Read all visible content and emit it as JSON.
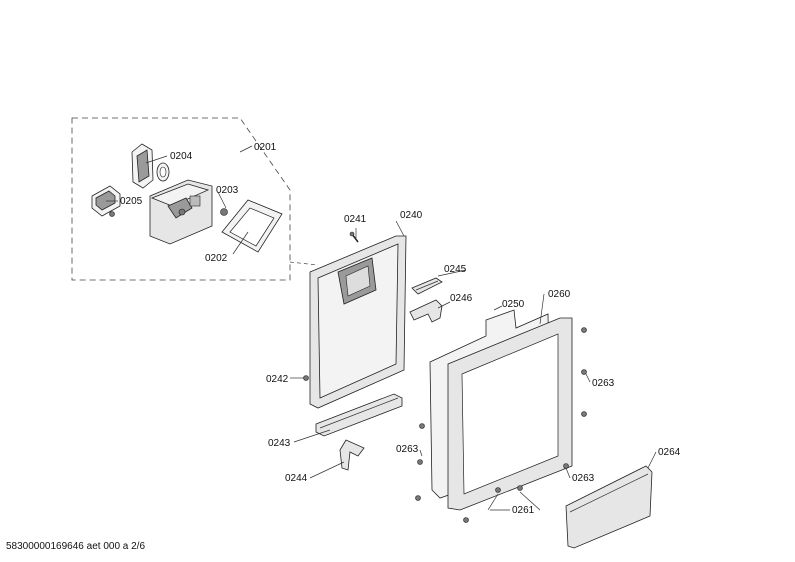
{
  "callouts": {
    "c0201": "0201",
    "c0202": "0202",
    "c0203": "0203",
    "c0204": "0204",
    "c0205": "0205",
    "c0240": "0240",
    "c0241": "0241",
    "c0242": "0242",
    "c0243": "0243",
    "c0244": "0244",
    "c0245": "0245",
    "c0246": "0246",
    "c0250": "0250",
    "c0260": "0260",
    "c0261": "0261",
    "c0263a": "0263",
    "c0263b": "0263",
    "c0263c": "0263",
    "c0264": "0264"
  },
  "footer": {
    "drawing_id": "58300000169646 aet 000 a 2/6"
  }
}
